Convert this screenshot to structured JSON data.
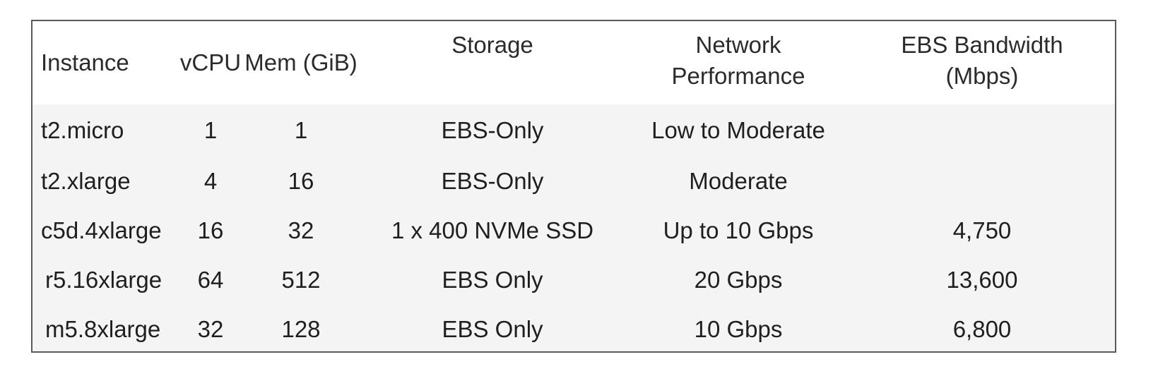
{
  "table": {
    "headers": {
      "instance": "Instance",
      "vcpu": "vCPU",
      "mem": "Mem (GiB)",
      "storage": "Storage",
      "network_line1": "Network",
      "network_line2": "Performance",
      "ebs_line1": "EBS Bandwidth",
      "ebs_line2": "(Mbps)"
    },
    "rows": [
      {
        "instance": "t2.micro",
        "vcpu": "1",
        "mem": "1",
        "storage": "EBS-Only",
        "network": "Low to Moderate",
        "ebs": ""
      },
      {
        "instance": "t2.xlarge",
        "vcpu": "4",
        "mem": "16",
        "storage": "EBS-Only",
        "network": "Moderate",
        "ebs": ""
      },
      {
        "instance": "c5d.4xlarge",
        "vcpu": "16",
        "mem": "32",
        "storage": "1 x 400 NVMe SSD",
        "network": "Up to 10 Gbps",
        "ebs": "4,750"
      },
      {
        "instance": "r5.16xlarge",
        "vcpu": "64",
        "mem": "512",
        "storage": "EBS Only",
        "network": "20 Gbps",
        "ebs": "13,600"
      },
      {
        "instance": "m5.8xlarge",
        "vcpu": "32",
        "mem": "128",
        "storage": "EBS Only",
        "network": "10 Gbps",
        "ebs": "6,800"
      }
    ]
  }
}
